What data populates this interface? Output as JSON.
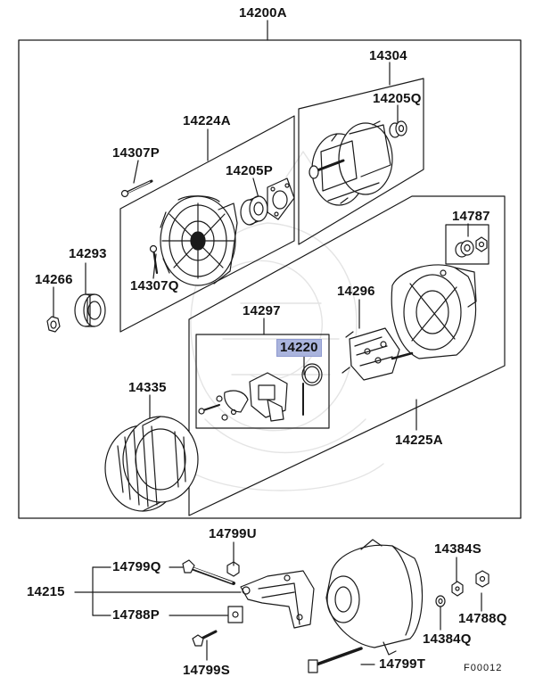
{
  "diagram": {
    "assembly_label": "14200A",
    "figure_code": "F00012",
    "highlight_color": "#aab4dd",
    "parts": {
      "p14304": "14304",
      "p14205Q": "14205Q",
      "p14224A": "14224A",
      "p14307P": "14307P",
      "p14205P": "14205P",
      "p14787": "14787",
      "p14293": "14293",
      "p14266": "14266",
      "p14307Q": "14307Q",
      "p14296": "14296",
      "p14297": "14297",
      "p14220": "14220",
      "p14335": "14335",
      "p14225A": "14225A",
      "p14799U": "14799U",
      "p14799Q": "14799Q",
      "p14384S": "14384S",
      "p14215": "14215",
      "p14788Q": "14788Q",
      "p14788P": "14788P",
      "p14384Q": "14384Q",
      "p14799S": "14799S",
      "p14799T": "14799T"
    }
  }
}
